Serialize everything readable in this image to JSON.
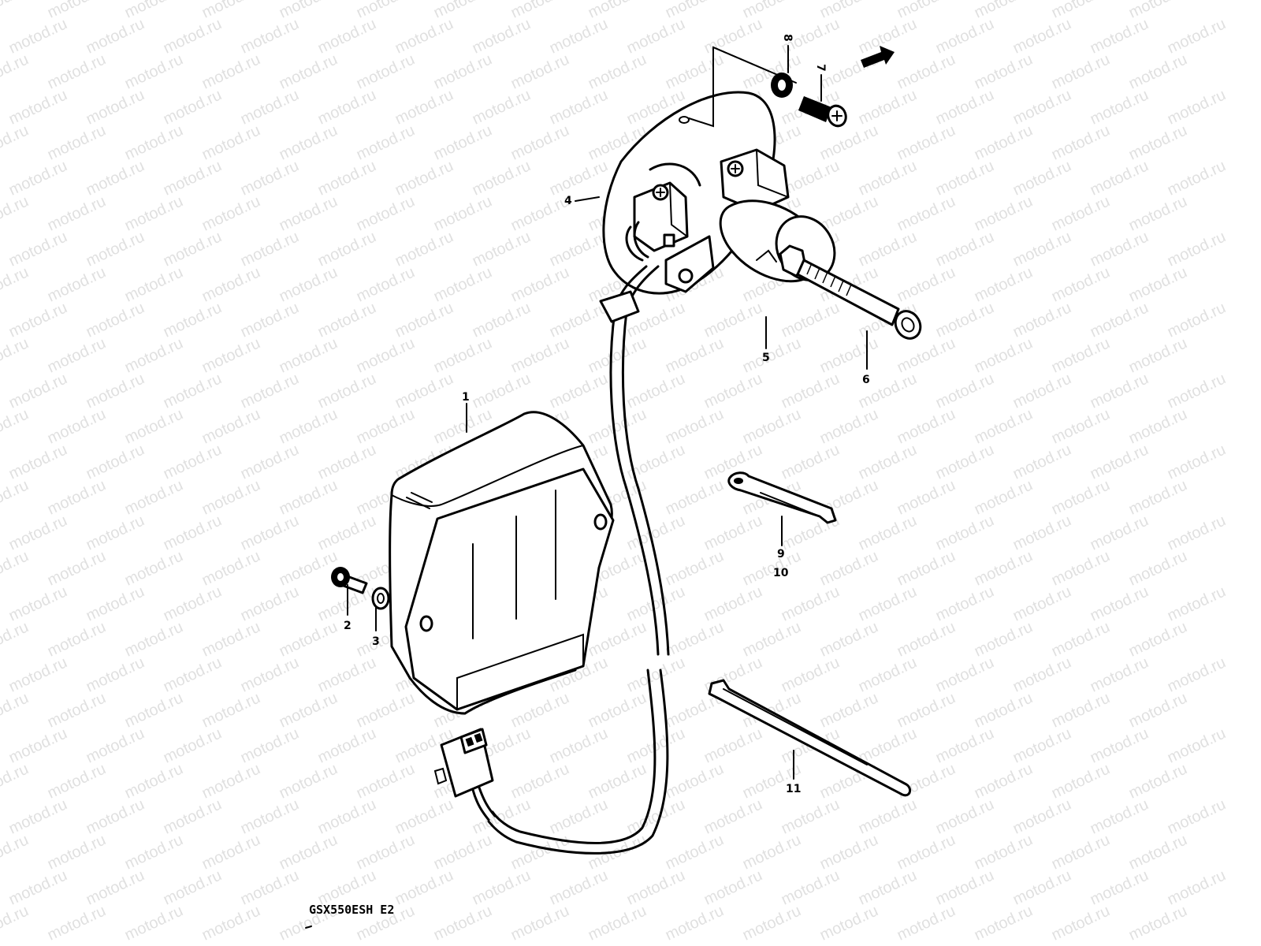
{
  "watermark": {
    "text": "motod.ru"
  },
  "callouts": [
    {
      "id": "1",
      "text": "1"
    },
    {
      "id": "2",
      "text": "2"
    },
    {
      "id": "3",
      "text": "3"
    },
    {
      "id": "4",
      "text": "4"
    },
    {
      "id": "5",
      "text": "5"
    },
    {
      "id": "6",
      "text": "6"
    },
    {
      "id": "7",
      "text": "7"
    },
    {
      "id": "8",
      "text": "8"
    },
    {
      "id": "9",
      "text": "9"
    },
    {
      "id": "10",
      "text": "10"
    },
    {
      "id": "11",
      "text": "11"
    }
  ],
  "caption": {
    "model": "GSX550ESH E2"
  },
  "colors": {
    "ink": "#000000",
    "paper": "#ffffff",
    "watermark": "#c8c8c8"
  },
  "icons": {
    "front_direction": "arrow-icon"
  }
}
